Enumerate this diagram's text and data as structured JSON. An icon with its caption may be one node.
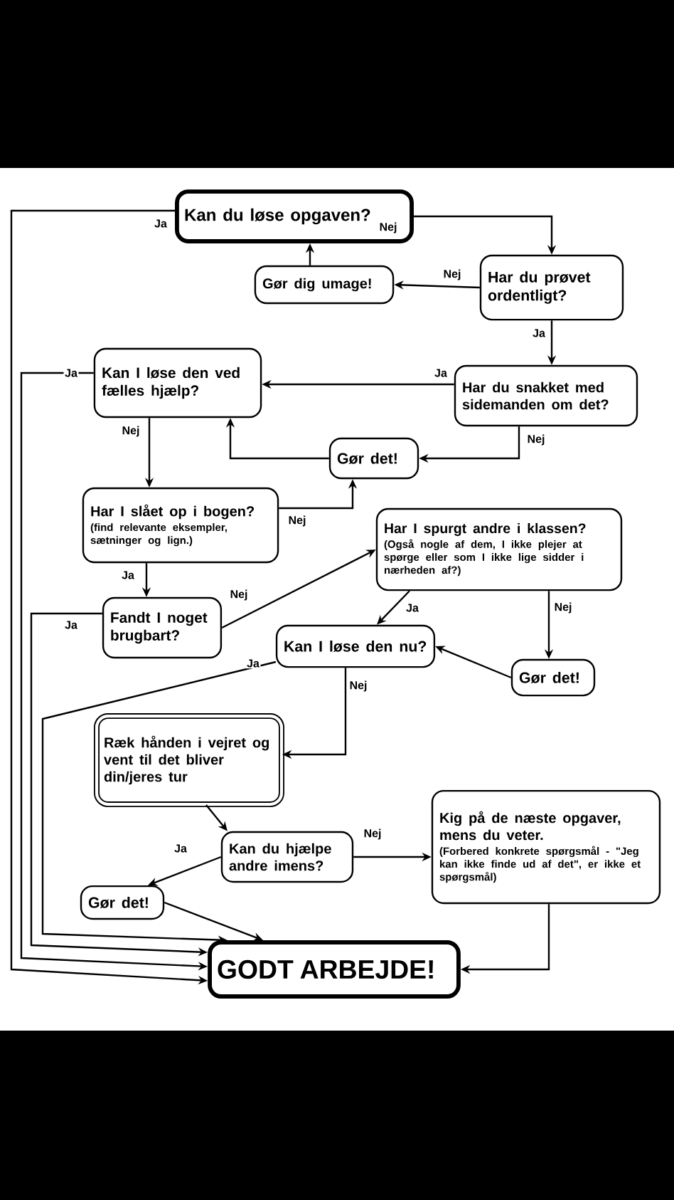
{
  "diagram": {
    "nodes": [
      {
        "text": [
          "Kan du løse opgaven?"
        ]
      },
      {
        "text": [
          "Gør dig umage!"
        ]
      },
      {
        "text": [
          "Har du prøvet ordentligt?"
        ]
      },
      {
        "text": [
          "Kan I løse den ved fælles hjælp?"
        ]
      },
      {
        "text": [
          "Har du snakket med sidemanden om det?"
        ]
      },
      {
        "text": [
          "Gør det!"
        ]
      },
      {
        "text": [
          "Har I slået op i bogen?",
          "(find relevante eksempler, sætninger og lign.)"
        ]
      },
      {
        "text": [
          "Har I spurgt andre i klassen?",
          "(Også nogle af dem, I ikke plejer at spørge eller som I ikke lige sidder i nærheden af?)"
        ]
      },
      {
        "text": [
          "Fandt I noget brugbart?"
        ]
      },
      {
        "text": [
          "Kan I løse den nu?"
        ]
      },
      {
        "text": [
          "Gør det!"
        ]
      },
      {
        "text": [
          "Ræk hånden i vejret og vent til det bliver din/jeres tur"
        ]
      },
      {
        "text": [
          "Kan du hjælpe andre imens?"
        ]
      },
      {
        "text": [
          "Kig på de næste opgaver, mens du veter.",
          "(Forbered konkrete spørgsmål - \"Jeg kan ikke finde ud af det\", er ikke et spørgsmål)"
        ]
      },
      {
        "text": [
          "Gør det!"
        ]
      },
      {
        "text": [
          "GODT ARBEJDE!"
        ]
      }
    ],
    "edges": [
      {
        "from": 0,
        "to": 2,
        "arrow": "to",
        "label": "Nej"
      },
      {
        "from": 2,
        "to": 1,
        "arrow": "to",
        "label": "Nej"
      },
      {
        "from": 1,
        "to": 0,
        "arrow": "to"
      },
      {
        "from": 2,
        "to": 4,
        "arrow": "to",
        "label": "Ja"
      },
      {
        "from": 4,
        "to": 3,
        "arrow": "to",
        "label": "Ja"
      },
      {
        "from": 4,
        "to": 5,
        "arrow": "to",
        "label": "Nej"
      },
      {
        "from": 5,
        "to": 3,
        "arrow": "to"
      },
      {
        "from": 3,
        "to": 6,
        "arrow": "to",
        "label": "Nej"
      },
      {
        "from": 6,
        "to": 5,
        "arrow": "to",
        "label": "Nej"
      },
      {
        "from": 6,
        "to": 8,
        "arrow": "to",
        "label": "Ja"
      },
      {
        "from": 8,
        "to": 7,
        "arrow": "to",
        "label": "Nej"
      },
      {
        "from": 7,
        "to": 9,
        "arrow": "to",
        "label": "Ja"
      },
      {
        "from": 7,
        "to": 10,
        "arrow": "to",
        "label": "Nej"
      },
      {
        "from": 10,
        "to": 9,
        "arrow": "to"
      },
      {
        "from": 9,
        "to": 11,
        "arrow": "to",
        "label": "Nej"
      },
      {
        "from": 11,
        "to": 12,
        "arrow": "to"
      },
      {
        "from": 12,
        "to": 13,
        "arrow": "to",
        "label": "Nej"
      },
      {
        "from": 12,
        "to": 14,
        "arrow": "to",
        "label": "Ja"
      },
      {
        "from": 14,
        "to": 15,
        "arrow": "to"
      },
      {
        "from": 13,
        "to": 15,
        "arrow": "to"
      },
      {
        "from": 0,
        "to": 15,
        "arrow": "to",
        "label": "Ja"
      },
      {
        "from": 3,
        "to": 15,
        "arrow": "to",
        "label": "Ja"
      },
      {
        "from": 8,
        "to": 15,
        "arrow": "to",
        "label": "Ja"
      },
      {
        "from": 9,
        "to": 15,
        "arrow": "to",
        "label": "Ja"
      }
    ]
  }
}
